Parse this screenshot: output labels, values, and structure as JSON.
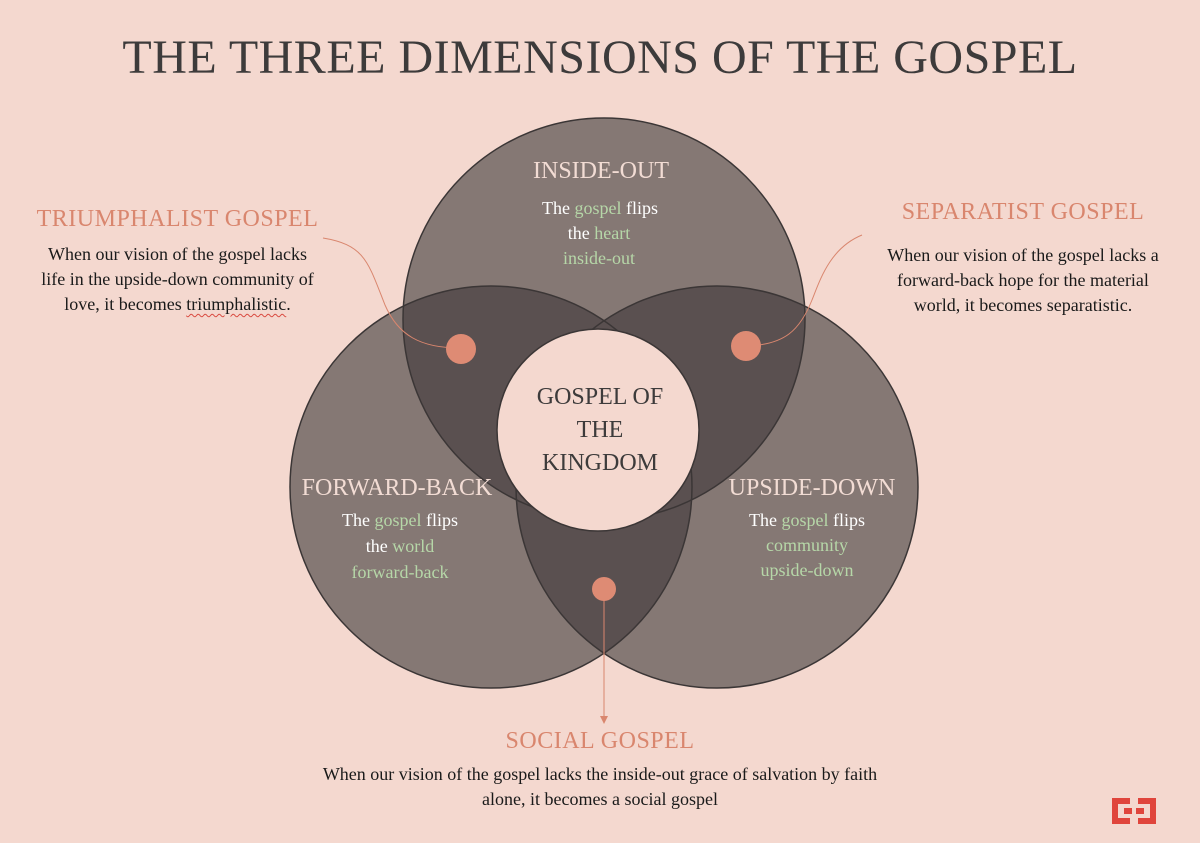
{
  "title": "THE THREE DIMENSIONS OF THE GOSPEL",
  "center": {
    "lines": [
      "GOSPEL OF",
      "THE",
      "KINGDOM"
    ]
  },
  "circles": {
    "inside_out": {
      "label": "INSIDE-OUT",
      "line1_pre": "The ",
      "line1_hl": "gospel",
      "line1_post": " flips",
      "line2_pre": "the ",
      "line2_hl": "heart",
      "line3_hl": "inside-out"
    },
    "forward_back": {
      "label": "FORWARD-BACK",
      "line1_pre": "The ",
      "line1_hl": "gospel",
      "line1_post": " flips",
      "line2_pre": "the ",
      "line2_hl": "world",
      "line3_hl": "forward-back"
    },
    "upside_down": {
      "label": "UPSIDE-DOWN",
      "line1_pre": "The ",
      "line1_hl": "gospel",
      "line1_post": " flips",
      "line2_hl": "community",
      "line3_hl": "upside-down"
    }
  },
  "callouts": {
    "triumphalist": {
      "heading": "TRIUMPHALIST GOSPEL",
      "line1": "When our vision of the gospel lacks",
      "line2": "life in the upside-down community of",
      "line3_pre": "love, it becomes ",
      "line3_word": "triumphalistic",
      "line3_post": "."
    },
    "separatist": {
      "heading": "SEPARATIST GOSPEL",
      "line1": "When our vision of the gospel lacks a",
      "line2": "forward-back hope for the material",
      "line3": "world, it becomes separatistic."
    },
    "social": {
      "heading": "SOCIAL GOSPEL",
      "line1": "When our vision of the gospel lacks the inside-out grace of salvation by faith",
      "line2": "alone, it becomes a social gospel"
    }
  },
  "colors": {
    "background": "#f4d8cf",
    "circle_fill": "#857874",
    "overlap_fill": "#5a5050",
    "center_fill": "#f4d8cf",
    "accent": "#d9866e",
    "highlight": "#b6d7a8",
    "logo": "#e0453c"
  },
  "icons": {
    "logo": "brand-logo-icon"
  }
}
